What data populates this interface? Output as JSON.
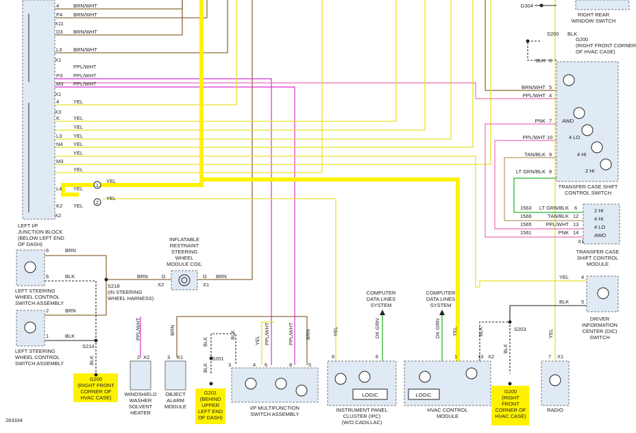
{
  "figure_id": "263334",
  "left_junction_block": {
    "pins": [
      "4",
      "P4",
      "D3",
      "L3",
      "P3",
      "M3",
      "4",
      "K",
      "L3",
      "N4",
      "M3",
      "L4",
      "K2"
    ],
    "connectors": [
      "X11",
      "X1",
      "X1",
      "X3",
      "X2"
    ],
    "wire_labels": [
      "BRN/WHT",
      "BRN/WHT",
      "BRN/WHT",
      "BRN/WHT",
      "PPL/WHT",
      "PPL/WHT",
      "PPL/WHT",
      "YEL",
      "YEL",
      "YEL",
      "YEL",
      "YEL",
      "YEL",
      "YEL",
      "YEL",
      "YEL"
    ],
    "name": "LEFT I/P\nJUNCTION BLOCK\n(BELOW LEFT END\nOF DASH)"
  },
  "splice_numbers": [
    "1",
    "2"
  ],
  "yel_labels": [
    "YEL",
    "YEL"
  ],
  "steering_switch_1": {
    "pins": [
      "6",
      "6"
    ],
    "wires": [
      "BRN",
      "BLK"
    ],
    "name": "LEFT STEERING\nWHEEL CONTROL\nSWITCH ASSEMBLY"
  },
  "steering_switch_2": {
    "pins": [
      "2",
      "1"
    ],
    "wires": [
      "BRN",
      "BLK"
    ],
    "name": "LEFT STEERING\nWHEEL CONTROL\nSWITCH ASSEMBLY"
  },
  "s214": "S214",
  "g200_left": {
    "blk": "BLK",
    "name": "G200\n(RIGHT FRONT\nCORNER OF\nHVAC CASE)"
  },
  "s218": "S218\n(IN STEERING\nWHEEL HARNESS)",
  "coil": {
    "name": "INFLATABLE\nRESTRAINT\nSTEERING\nWHEEL\nMODULE COIL",
    "pin_d": "D",
    "pin_g": "G",
    "conn_x2": "X2",
    "conn_x1": "X1",
    "brn_in": "BRN",
    "brn_out": "BRN"
  },
  "washer": {
    "wire": "PPL/WHT",
    "pin": "2",
    "conn": "X2",
    "name": "WINDSHIELD\nWASHER\nSOLVENT\nHEATER"
  },
  "object_alarm": {
    "wire": "BRN",
    "pin": "3",
    "conn": "X1",
    "name": "OBJECT\nALARM\nMODULE"
  },
  "s201": "S201",
  "g201": {
    "blk_top": "BLK",
    "blk_bottom": "BLK",
    "name": "G201\n(BEHIND\nUPPER\nLEFT END\nOF DASH)"
  },
  "multifunction": {
    "wires": [
      "BLK",
      "YEL",
      "PPL/WHT",
      "PPL/WHT",
      "BRN"
    ],
    "pins": [
      "3",
      "4",
      "6",
      "8",
      "5"
    ],
    "name": "I/P MULTIFUNCTION\nSWITCH ASSEMBLY"
  },
  "ipc": {
    "wires": [
      "YEL",
      "DK GRN"
    ],
    "pins": [
      "8",
      "6"
    ],
    "logic": "LOGIC",
    "data_lines": "COMPUTER\nDATA LINES\nSYSTEM",
    "name": "INSTRUMENT PANEL\nCLUSTER (IPC)\n(W/O CADILLAC)"
  },
  "hvac": {
    "wires": [
      "DK GRN",
      "YEL",
      "BLK"
    ],
    "pins": [
      "1",
      "13"
    ],
    "conn": "X2",
    "logic": "LOGIC",
    "data_lines": "COMPUTER\nDATA LINES\nSYSTEM",
    "name": "HVAC CONTROL\nMODULE"
  },
  "s203": "S203",
  "g200_right": {
    "blk": "BLK",
    "name": "G200\n(RIGHT\nFRONT\nCORNER OF\nHVAC CASE)"
  },
  "radio": {
    "wire": "YEL",
    "pin": "7",
    "conn": "X1",
    "name": "RADIO"
  },
  "g304": "G304",
  "rear_window": "RIGHT REAR\nWINDOW SWITCH",
  "s200": "S200",
  "g200_top": {
    "blk": "BLK",
    "name": "G200\n(RIGHT FRONT CORNER\nOF HVAC CASE)"
  },
  "transfer_switch": {
    "wires": [
      "BLK",
      "BRN/WHT",
      "PPL/WHT",
      "PNK",
      "PPL/WHT",
      "TAN/BLK",
      "LT GRN/BLK"
    ],
    "pins": [
      "6",
      "5",
      "4",
      "7",
      "10",
      "9",
      "8"
    ],
    "modes": [
      "AWD",
      "4 LO",
      "4 HI",
      "2 HI"
    ],
    "name": "TRANSFER CASE SHIFT\nCONTROL SWITCH"
  },
  "transfer_module": {
    "circuits": [
      "1563",
      "1566",
      "1565",
      "1561"
    ],
    "wires": [
      "LT GRN/BLK",
      "TAN/BLK",
      "PPL/WHT",
      "PNK"
    ],
    "pins": [
      "6",
      "12",
      "13",
      "14"
    ],
    "modes": [
      "2 HI",
      "4 HI",
      "4 LO",
      "AWD"
    ],
    "conn": "X1",
    "name": "TRANSFER CASE\nSHIFT CONTROL\nMODULE"
  },
  "dic": {
    "wires": [
      "YEL",
      "BLK"
    ],
    "pins": [
      "4",
      "5"
    ],
    "name": "DRIVER\nINFORMATION\nCENTER (DIC)\nSWITCH"
  }
}
